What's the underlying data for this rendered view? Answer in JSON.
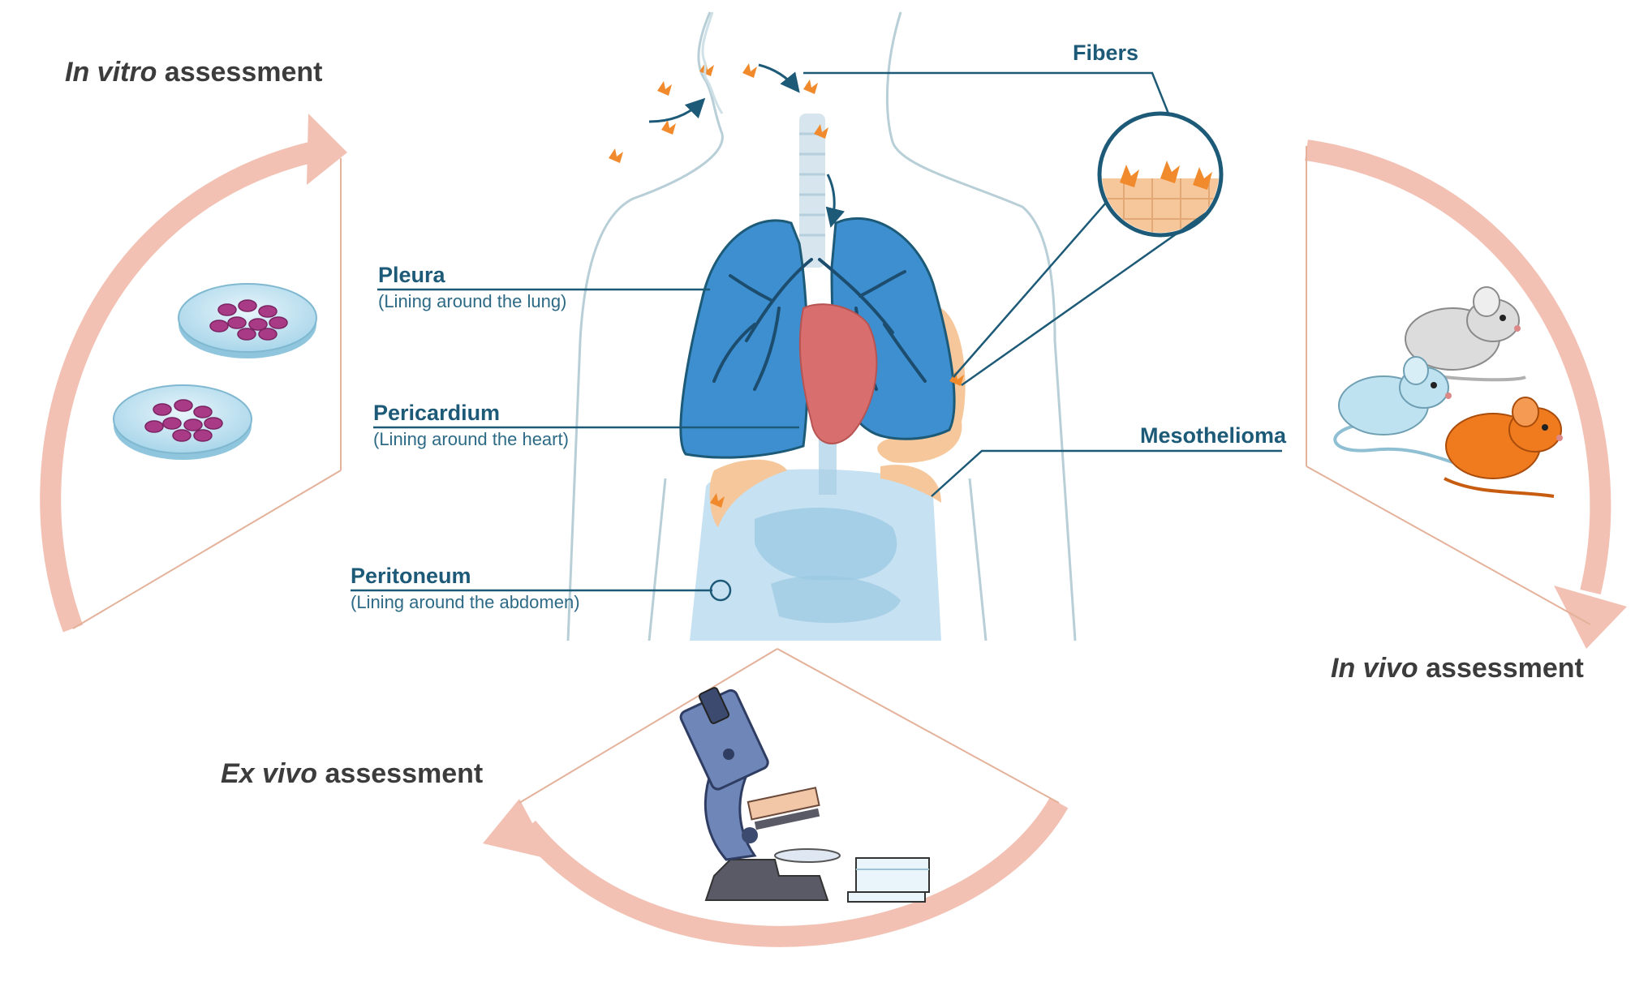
{
  "assessments": {
    "in_vitro": {
      "italic": "In vitro",
      "rest": " assessment"
    },
    "in_vivo": {
      "italic": "In vivo",
      "rest": " assessment"
    },
    "ex_vivo": {
      "italic": "Ex vivo",
      "rest": " assessment"
    }
  },
  "anatomy": {
    "pleura": {
      "name": "Pleura",
      "desc": "(Lining around the lung)"
    },
    "pericardium": {
      "name": "Pericardium",
      "desc": "(Lining around the heart)"
    },
    "peritoneum": {
      "name": "Peritoneum",
      "desc": "(Lining around the abdomen)"
    },
    "fibers": "Fibers",
    "mesothelioma": "Mesothelioma"
  },
  "colors": {
    "cycle_arrow": "#f2c1b3",
    "label_text": "#1d5a78",
    "leader_line": "#1d5a78",
    "lung": "#3d8fd0",
    "heart": "#d96e6e",
    "mesothelium": "#f6c79a",
    "fiber": "#f08a2c",
    "body_outline": "#b8cfd8",
    "abdomen": "#a9cfe6",
    "mouse_gray": "#dcdcdc",
    "mouse_blue": "#bfe2f0",
    "mouse_orange": "#f07a1e",
    "petri_cell": "#a83a86",
    "microscope": "#6e86b8"
  }
}
